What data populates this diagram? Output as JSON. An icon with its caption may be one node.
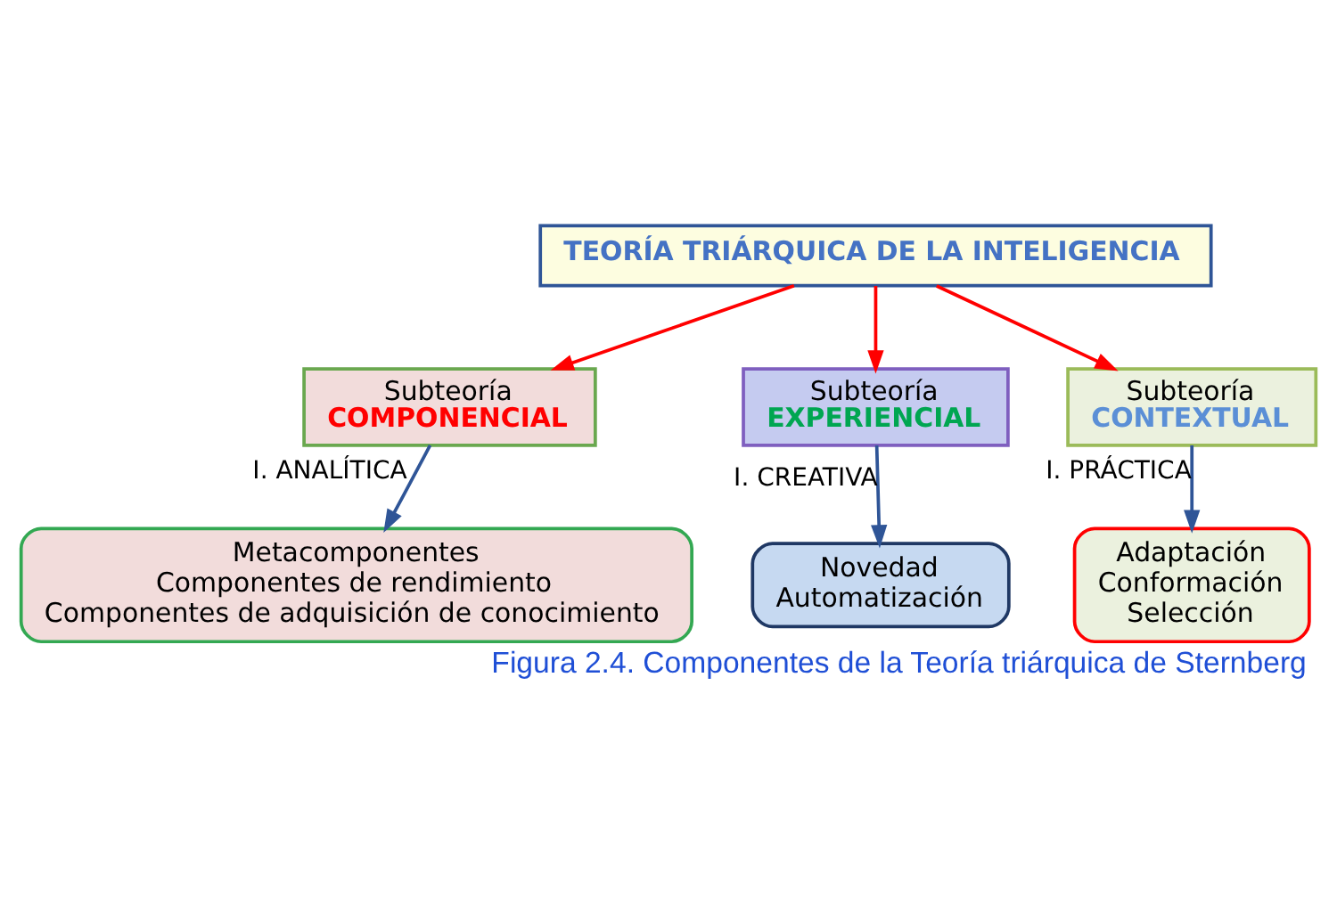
{
  "diagram": {
    "caption": "Figura 2.4. Componentes de la Teoría triárquica de Sternberg",
    "nodes": [
      {
        "text": [
          "TEORÍA TRIÁRQUICA DE LA INTELIGENCIA"
        ]
      },
      {
        "text": [
          "Subteoría",
          "COMPONENCIAL"
        ]
      },
      {
        "text": [
          "Subteoría",
          "EXPERIENCIAL"
        ]
      },
      {
        "text": [
          "Subteoría",
          "CONTEXTUAL"
        ]
      },
      {
        "text": [
          "Metacomponentes",
          "Componentes de rendimiento",
          "Componentes de adquisición de conocimiento"
        ]
      },
      {
        "text": [
          "Novedad",
          "Automatización"
        ]
      },
      {
        "text": [
          "Adaptación",
          "Conformación",
          "Selección"
        ]
      }
    ],
    "edges": [
      {
        "from": 0,
        "to": 1,
        "arrow": "to",
        "color": "#ff0000"
      },
      {
        "from": 0,
        "to": 2,
        "arrow": "to",
        "color": "#ff0000"
      },
      {
        "from": 0,
        "to": 3,
        "arrow": "to",
        "color": "#ff0000"
      },
      {
        "from": 1,
        "to": 4,
        "arrow": "to",
        "label": "I. ANALÍTICA",
        "color": "#2f5597"
      },
      {
        "from": 2,
        "to": 5,
        "arrow": "to",
        "label": "I. CREATIVA",
        "color": "#2f5597"
      },
      {
        "from": 3,
        "to": 6,
        "arrow": "to",
        "label": "I. PRÁCTICA",
        "color": "#2f5597"
      }
    ]
  }
}
